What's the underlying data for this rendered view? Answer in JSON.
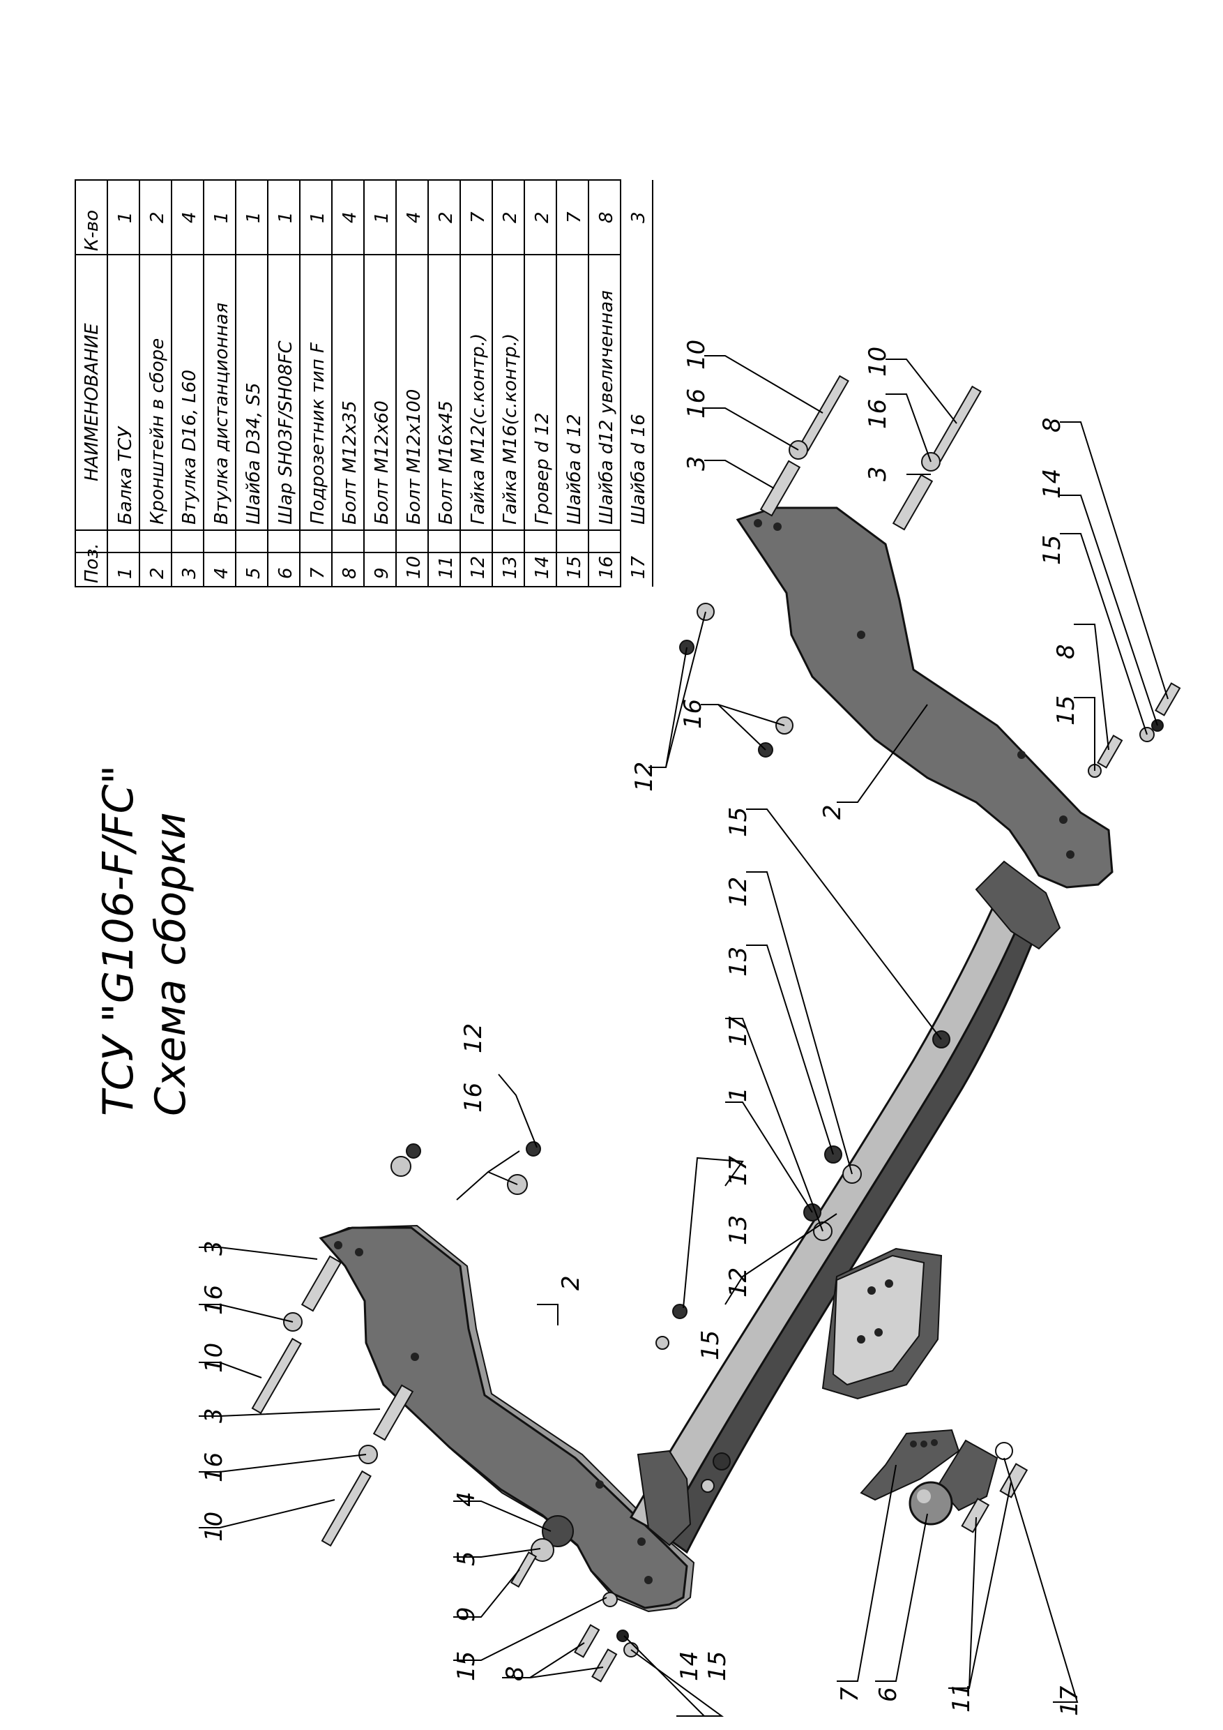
{
  "title": {
    "line1": "ТСУ \"G106-F/FC\"",
    "line2": "Схема сборки"
  },
  "table": {
    "headers": {
      "pos": "Поз.",
      "name": "НАИМЕНОВАНИЕ",
      "qty": "К-во"
    },
    "rows": [
      {
        "pos": "1",
        "name": "Балка ТСУ",
        "qty": "1"
      },
      {
        "pos": "2",
        "name": "Кронштейн в сборе",
        "qty": "2"
      },
      {
        "pos": "3",
        "name": "Втулка D16, L60",
        "qty": "4"
      },
      {
        "pos": "4",
        "name": "Втулка дистанционная",
        "qty": "1"
      },
      {
        "pos": "5",
        "name": "Шайба D34, S5",
        "qty": "1"
      },
      {
        "pos": "6",
        "name": "Шар SH03F/SH08FC",
        "qty": "1"
      },
      {
        "pos": "7",
        "name": "Подрозетник тип F",
        "qty": "1"
      },
      {
        "pos": "8",
        "name": "Болт М12х35",
        "qty": "4"
      },
      {
        "pos": "9",
        "name": "Болт М12х60",
        "qty": "1"
      },
      {
        "pos": "10",
        "name": "Болт М12х100",
        "qty": "4"
      },
      {
        "pos": "11",
        "name": "Болт М16х45",
        "qty": "2"
      },
      {
        "pos": "12",
        "name": "Гайка М12(с.контр.)",
        "qty": "7"
      },
      {
        "pos": "13",
        "name": "Гайка  М16(с.контр.)",
        "qty": "2"
      },
      {
        "pos": "14",
        "name": "Гровер d 12",
        "qty": "2"
      },
      {
        "pos": "15",
        "name": "Шайба d 12",
        "qty": "7"
      },
      {
        "pos": "16",
        "name": "Шайба d12 увеличенная",
        "qty": "8"
      },
      {
        "pos": "17",
        "name": "Шайба d 16",
        "qty": "3"
      }
    ]
  },
  "callouts": {
    "c3a": "3",
    "c16a": "16",
    "c10a": "10",
    "c3b": "3",
    "c16b": "16",
    "c10b": "10",
    "c4": "4",
    "c5": "5",
    "c9": "9",
    "c8a": "8",
    "c15a": "15",
    "c14a": "14",
    "c15b": "15",
    "c2a": "2",
    "c12a": "12",
    "c16c": "16",
    "c12b": "12",
    "c15c": "15",
    "c17a": "17",
    "c13a": "13",
    "c1": "1",
    "c17b": "17",
    "c13b": "13",
    "c12c": "12",
    "c15d": "15",
    "c7": "7",
    "c6": "6",
    "c11": "11",
    "c17c": "17",
    "c12d": "12",
    "c16d": "16",
    "c2b": "2",
    "c3c": "3",
    "c16e": "16",
    "c10c": "10",
    "c3d": "3",
    "c16f": "16",
    "c10d": "10",
    "c8b": "8",
    "c15e": "15",
    "c14b": "14",
    "c15f": "15",
    "c8c": "8"
  }
}
